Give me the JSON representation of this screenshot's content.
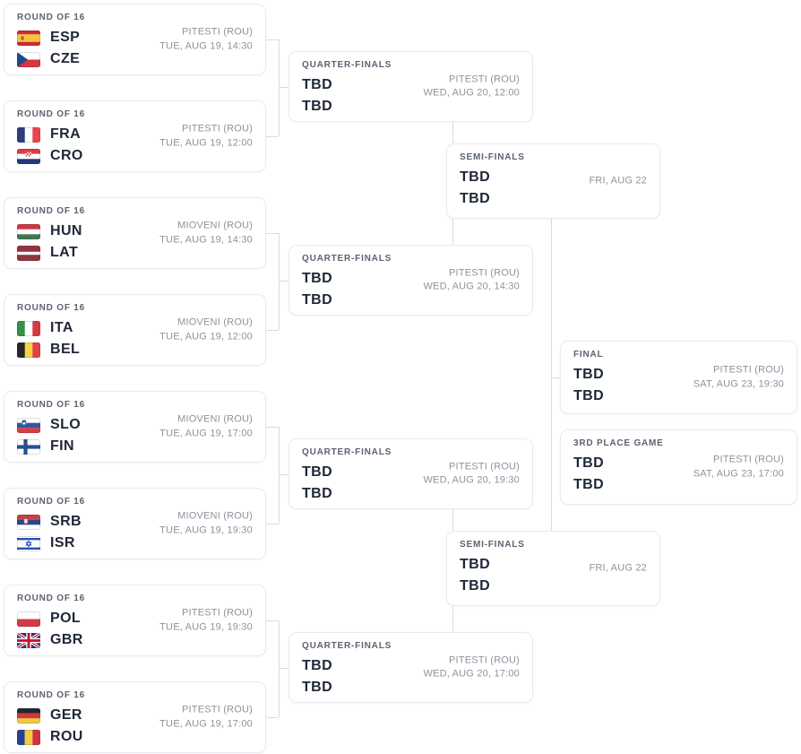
{
  "colors": {
    "team_text": "#1f2737",
    "round_label_text": "#5b6370",
    "venue_text": "#8e939d",
    "connector_line": "#d9dce0",
    "card_border": "#e9eaee",
    "card_background": "#ffffff"
  },
  "bracket": {
    "round_of_16": {
      "label": "ROUND OF 16",
      "matches": [
        {
          "team1": "ESP",
          "flag1": "esp",
          "team2": "CZE",
          "flag2": "cze",
          "venue": "PITESTI (ROU)",
          "datetime": "TUE, AUG 19, 14:30"
        },
        {
          "team1": "FRA",
          "flag1": "fra",
          "team2": "CRO",
          "flag2": "cro",
          "venue": "PITESTI (ROU)",
          "datetime": "TUE, AUG 19, 12:00"
        },
        {
          "team1": "HUN",
          "flag1": "hun",
          "team2": "LAT",
          "flag2": "lat",
          "venue": "MIOVENI (ROU)",
          "datetime": "TUE, AUG 19, 14:30"
        },
        {
          "team1": "ITA",
          "flag1": "ita",
          "team2": "BEL",
          "flag2": "bel",
          "venue": "MIOVENI (ROU)",
          "datetime": "TUE, AUG 19, 12:00"
        },
        {
          "team1": "SLO",
          "flag1": "slo",
          "team2": "FIN",
          "flag2": "fin",
          "venue": "MIOVENI (ROU)",
          "datetime": "TUE, AUG 19, 17:00"
        },
        {
          "team1": "SRB",
          "flag1": "srb",
          "team2": "ISR",
          "flag2": "isr",
          "venue": "MIOVENI (ROU)",
          "datetime": "TUE, AUG 19, 19:30"
        },
        {
          "team1": "POL",
          "flag1": "pol",
          "team2": "GBR",
          "flag2": "gbr",
          "venue": "PITESTI (ROU)",
          "datetime": "TUE, AUG 19, 19:30"
        },
        {
          "team1": "GER",
          "flag1": "ger",
          "team2": "ROU",
          "flag2": "rou",
          "venue": "PITESTI (ROU)",
          "datetime": "TUE, AUG 19, 17:00"
        }
      ]
    },
    "quarter_finals": {
      "label": "QUARTER-FINALS",
      "matches": [
        {
          "team1": "TBD",
          "team2": "TBD",
          "venue": "PITESTI (ROU)",
          "datetime": "WED, AUG 20, 12:00"
        },
        {
          "team1": "TBD",
          "team2": "TBD",
          "venue": "PITESTI (ROU)",
          "datetime": "WED, AUG 20, 14:30"
        },
        {
          "team1": "TBD",
          "team2": "TBD",
          "venue": "PITESTI (ROU)",
          "datetime": "WED, AUG 20, 19:30"
        },
        {
          "team1": "TBD",
          "team2": "TBD",
          "venue": "PITESTI (ROU)",
          "datetime": "WED, AUG 20, 17:00"
        }
      ]
    },
    "semi_finals": {
      "label": "SEMI-FINALS",
      "matches": [
        {
          "team1": "TBD",
          "team2": "TBD",
          "venue": "",
          "datetime": "FRI, AUG 22"
        },
        {
          "team1": "TBD",
          "team2": "TBD",
          "venue": "",
          "datetime": "FRI, AUG 22"
        }
      ]
    },
    "final": {
      "label": "FINAL",
      "matches": [
        {
          "team1": "TBD",
          "team2": "TBD",
          "venue": "PITESTI (ROU)",
          "datetime": "SAT, AUG 23, 19:30"
        }
      ]
    },
    "third_place": {
      "label": "3RD PLACE GAME",
      "matches": [
        {
          "team1": "TBD",
          "team2": "TBD",
          "venue": "PITESTI (ROU)",
          "datetime": "SAT, AUG 23, 17:00"
        }
      ]
    }
  }
}
